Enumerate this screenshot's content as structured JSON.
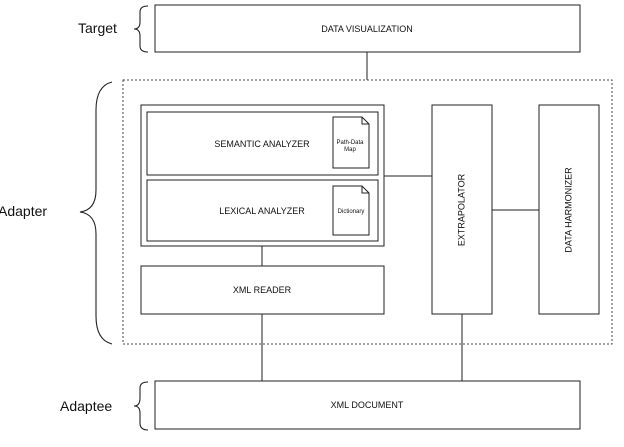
{
  "layers": {
    "target": "Target",
    "adapter": "Adapter",
    "adaptee": "Adaptee"
  },
  "components": {
    "data_visualization": "DATA VISUALIZATION",
    "semantic_analyzer": "SEMANTIC ANALYZER",
    "lexical_analyzer": "LEXICAL ANALYZER",
    "xml_reader": "XML READER",
    "extrapolator": "EXTRAPOLATOR",
    "data_harmonizer": "DATA HARMONIZER",
    "xml_document": "XML DOCUMENT"
  },
  "documents": {
    "path_data_map_line1": "Path-Data",
    "path_data_map_line2": "Map",
    "dictionary": "Dictionary"
  }
}
